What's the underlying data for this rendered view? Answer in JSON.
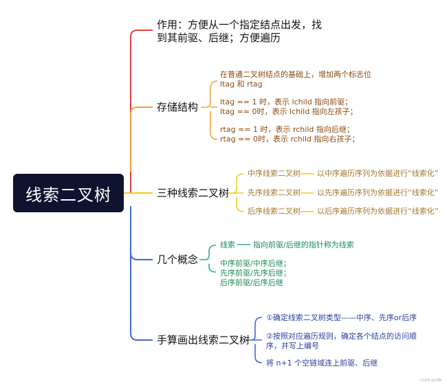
{
  "root": {
    "label": "线索二叉树"
  },
  "branches": [
    {
      "label": "作用：方便从一个指定结点出发，找\n到其前驱、后继；方便遍历",
      "color": "#e0433f",
      "items": []
    },
    {
      "label": "存储结构",
      "color": "#f1a33a",
      "items": [
        "在普通二叉树结点的基础上，增加两个标志位\nltag 和 rtag",
        "ltag == 1 时，表示 lchild 指向前驱；\nltag == 0时，表示 lchild 指向左孩子；",
        "rtag == 1 时，表示 rchild 指向后继；\nrtag == 0时，表示 rchild 指向右孩子；"
      ]
    },
    {
      "label": "三种线索二叉树",
      "color": "#f2cc1b",
      "items": [
        {
          "name": "中序线索二叉树",
          "desc": "以中序遍历序列为依据进行“线索化”"
        },
        {
          "name": "先序线索二叉树",
          "desc": "以先序遍历序列为依据进行“线索化”"
        },
        {
          "name": "后序线索二叉树",
          "desc": "以后序遍历序列为依据进行“线索化”"
        }
      ]
    },
    {
      "label": "几个概念",
      "color": "#2bb17a",
      "items": [
        {
          "name": "线索",
          "desc": "指向前驱/后继的指针称为线索"
        },
        {
          "text": "中序前驱/中序后继；\n先序前驱/先序后继；\n后序前驱/后序后继"
        }
      ]
    },
    {
      "label": "手算画出线索二叉树",
      "color": "#3d6bd6",
      "items": [
        "①确定线索二叉树类型——中序、先序or后序",
        "②按照对应遍历规则，确定各个结点的访问顺\n序，并写上编号",
        "将 n+1 个空链域连上前驱、后继"
      ]
    }
  ],
  "watermark": "CSDN @线索"
}
